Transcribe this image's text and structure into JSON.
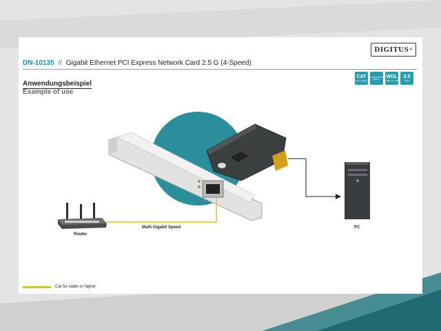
{
  "brand": {
    "logo_text": "DIGITUS",
    "logo_mark": "®"
  },
  "header": {
    "product_code": "DN-10135",
    "separator": "//",
    "product_name": "Gigabit Ethernet PCI Express Network Card 2.5 G (4-Speed)"
  },
  "badges": [
    {
      "big": "CAT",
      "small": "5e or higher"
    },
    {
      "big": "",
      "small": "10/100/1000/2500 Base-T"
    },
    {
      "big": "WOL",
      "small": "Wake on LAN"
    },
    {
      "big": "2.5",
      "small": "Gbps"
    }
  ],
  "section": {
    "title_de": "Anwendungsbeispiel",
    "title_en": "Example of use"
  },
  "diagram": {
    "router_label": "Router",
    "link_label": "Multi Gigabit Speed",
    "pc_label": "PC"
  },
  "legend": {
    "text": "Cat 5e cable or higher"
  },
  "colors": {
    "accent": "#1a8fa8",
    "teal_circle": "#2a8f9a",
    "cable": "#d9c21a",
    "stripe": "#3a8c95"
  }
}
